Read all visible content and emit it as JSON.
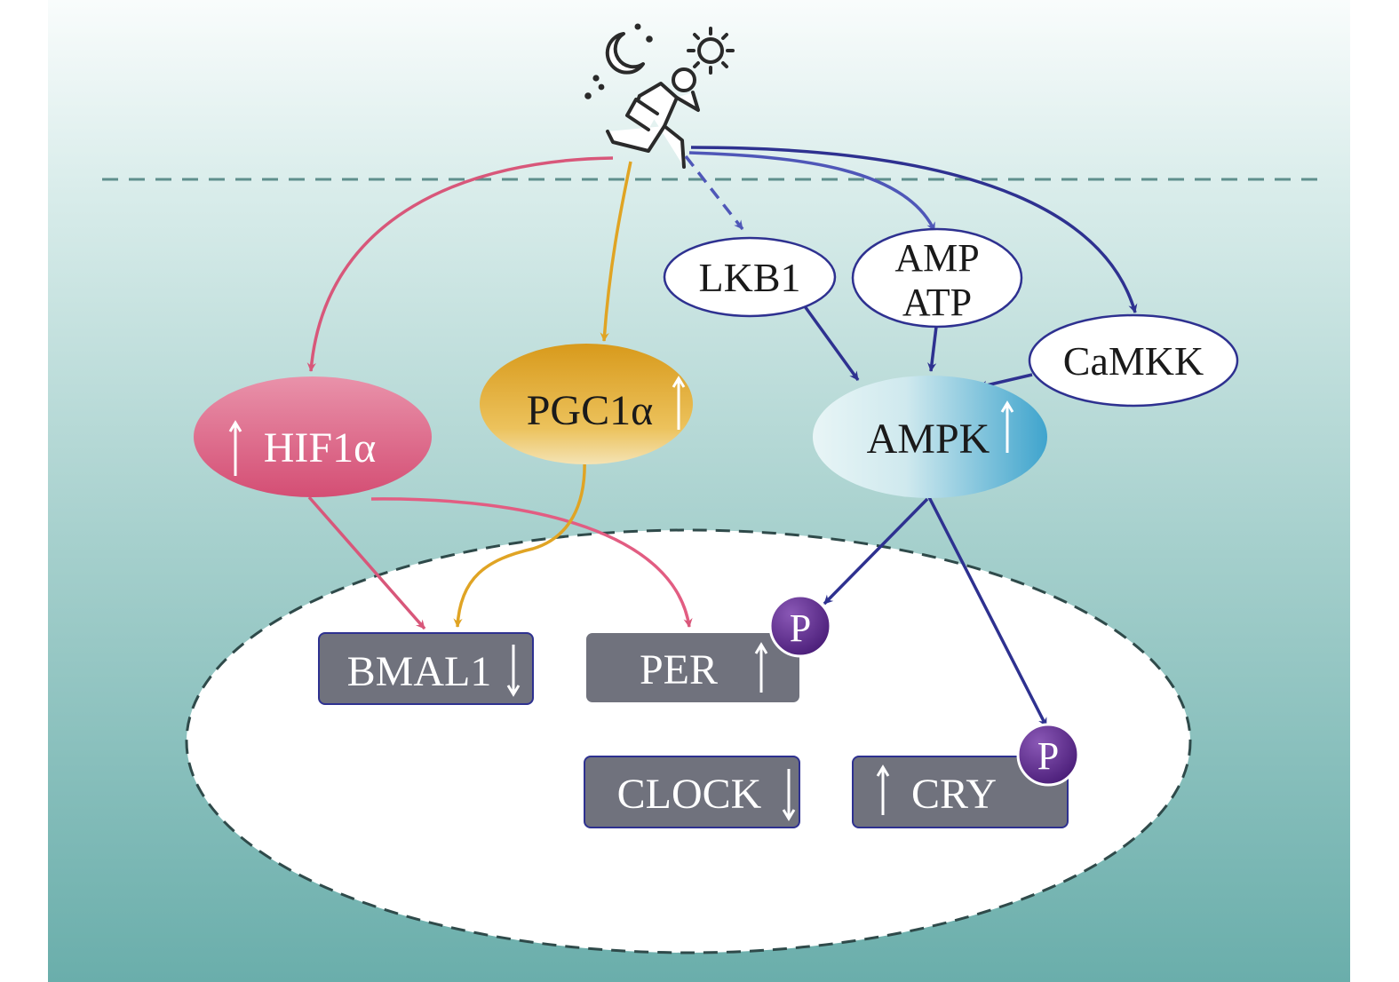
{
  "nodes": {
    "lkb1": "LKB1",
    "amp": "AMP",
    "atp": "ATP",
    "camkk": "CaMKK",
    "hif1a": "HIF1α",
    "pgc1a": "PGC1α",
    "ampk": "AMPK"
  },
  "genes": {
    "bmal1": "BMAL1",
    "per": "PER",
    "clock": "CLOCK",
    "cry": "CRY"
  },
  "phospho": {
    "per": "P",
    "cry": "P"
  },
  "trends": {
    "hif1a": "up",
    "pgc1a": "up",
    "ampk": "up",
    "bmal1": "down",
    "per": "up",
    "clock": "down",
    "cry": "up"
  },
  "colors": {
    "background_top": "#f7fbfb",
    "background_bottom": "#6fb0ad",
    "hif_pathway": "#e0607e",
    "pgc_pathway": "#e2a726",
    "ampk_pathway": "#2e3190",
    "gene_box": "#70727d",
    "phospho_badge": "#5b2a86",
    "membrane_line": "#5f8f8c"
  },
  "icons": {
    "exercise": "running-person-icon",
    "night": "moon-icon",
    "day": "sun-icon"
  }
}
